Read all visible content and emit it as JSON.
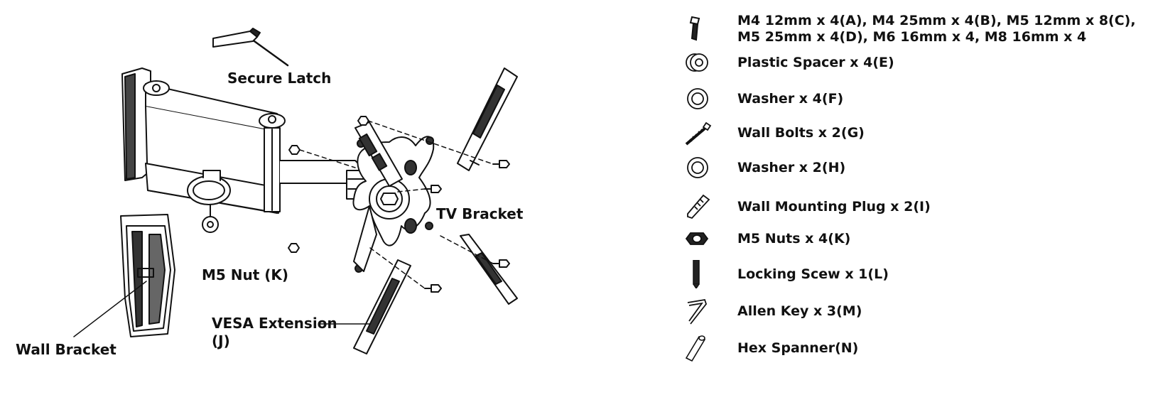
{
  "labels": {
    "secure_latch": "Secure Latch",
    "tv_bracket": "TV Bracket",
    "m5_nut": "M5 Nut (K)",
    "vesa_extension_line1": "VESA Extension",
    "vesa_extension_line2": "(J)",
    "wall_bracket": "Wall Bracket"
  },
  "parts": [
    {
      "icon": "screw-icon",
      "line1": "M4 12mm x 4(A), M4 25mm x 4(B), M5 12mm x 8(C),",
      "line2": "M5 25mm x 4(D), M6 16mm x 4, M8 16mm x 4"
    },
    {
      "icon": "plastic-spacer-icon",
      "line1": "Plastic Spacer x 4(E)"
    },
    {
      "icon": "washer-icon",
      "line1": "Washer x 4(F)"
    },
    {
      "icon": "wall-bolt-icon",
      "line1": "Wall Bolts x 2(G)"
    },
    {
      "icon": "washer-icon",
      "line1": "Washer x 2(H)"
    },
    {
      "icon": "wall-plug-icon",
      "line1": "Wall Mounting Plug x 2(I)"
    },
    {
      "icon": "nut-icon",
      "line1": "M5 Nuts x 4(K)"
    },
    {
      "icon": "locking-screw-icon",
      "line1": "Locking Scew x 1(L)"
    },
    {
      "icon": "allen-key-icon",
      "line1": "Allen Key x 3(M)"
    },
    {
      "icon": "hex-spanner-icon",
      "line1": "Hex Spanner(N)"
    }
  ]
}
